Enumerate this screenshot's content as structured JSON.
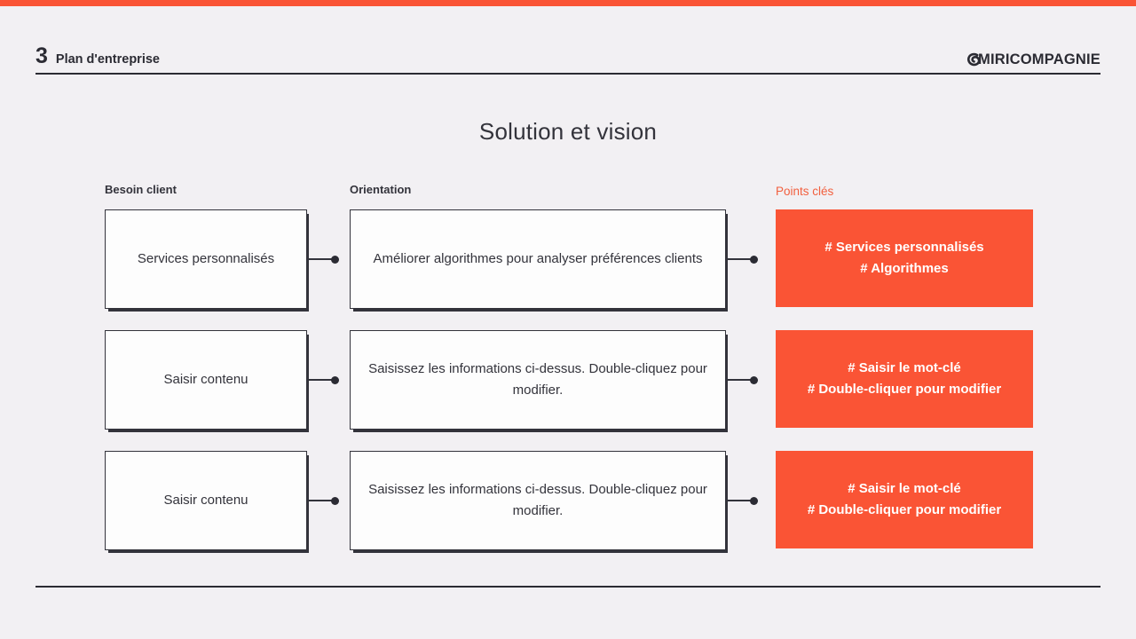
{
  "accent_color": "#FA5435",
  "header": {
    "section_number": "3",
    "section_title": "Plan d'entreprise",
    "brand_name": "MIRICOMPAGNIE",
    "brand_mark_icon": "swirl-logo-icon"
  },
  "slide": {
    "title": "Solution et vision"
  },
  "columns": [
    {
      "label": "Besoin client"
    },
    {
      "label": "Orientation"
    },
    {
      "label": "Points clés"
    }
  ],
  "rows": [
    {
      "need": "Services personnalisés",
      "direction": "Améliorer algorithmes pour analyser préférences clients",
      "keypoints": "# Services personnalisés\n# Algorithmes"
    },
    {
      "need": "Saisir contenu",
      "direction": "Saisissez les informations ci-dessus. Double-cliquez pour modifier.",
      "keypoints": "# Saisir le mot-clé\n# Double-cliquer pour modifier"
    },
    {
      "need": "Saisir contenu",
      "direction": "Saisissez les informations ci-dessus. Double-cliquez pour modifier.",
      "keypoints": "# Saisir le mot-clé\n# Double-cliquer pour modifier"
    }
  ]
}
